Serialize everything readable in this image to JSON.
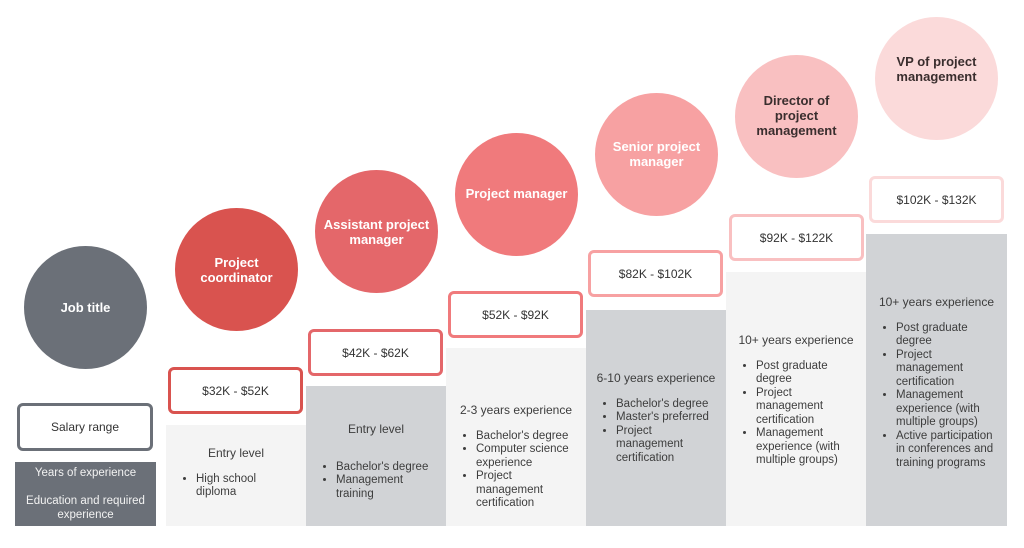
{
  "legend": {
    "job_title": "Job title",
    "salary_range": "Salary range",
    "years": "Years of experience",
    "education": "Education and required experience"
  },
  "levels": [
    {
      "title": "Project coordinator",
      "salary": "$32K - $52K",
      "experience": "Entry level",
      "requirements": [
        "High school diploma"
      ],
      "color": "#d9534f",
      "title_color": "#ffffff"
    },
    {
      "title": "Assistant project manager",
      "salary": "$42K - $62K",
      "experience": "Entry level",
      "requirements": [
        "Bachelor's degree",
        "Management training"
      ],
      "color": "#e4676a",
      "title_color": "#ffffff"
    },
    {
      "title": "Project manager",
      "salary": "$52K - $92K",
      "experience": "2-3 years experience",
      "requirements": [
        "Bachelor's degree",
        "Computer science experience",
        "Project management certification"
      ],
      "color": "#f07a7c",
      "title_color": "#ffffff"
    },
    {
      "title": "Senior project manager",
      "salary": "$82K - $102K",
      "experience": "6-10 years experience",
      "requirements": [
        "Bachelor's degree",
        "Master's preferred",
        "Project management certification"
      ],
      "color": "#f7a1a2",
      "title_color": "#ffffff"
    },
    {
      "title": "Director of project management",
      "salary": "$92K - $122K",
      "experience": "10+ years experience",
      "requirements": [
        "Post graduate degree",
        "Project management certification",
        "Management experience (with multiple groups)"
      ],
      "color": "#f9c0c1",
      "title_color": "#3a2e2e"
    },
    {
      "title": "VP of project management",
      "salary": "$102K - $132K",
      "experience": "10+ years experience",
      "requirements": [
        "Post graduate degree",
        "Project management certification",
        "Management experience (with multiple groups)",
        "Active participation in conferences and training programs"
      ],
      "color": "#fbdada",
      "title_color": "#3a2e2e"
    }
  ],
  "colors": {
    "legend_gray": "#6b7078",
    "block_light": "#f4f4f4",
    "block_gray": "#d1d3d6"
  }
}
